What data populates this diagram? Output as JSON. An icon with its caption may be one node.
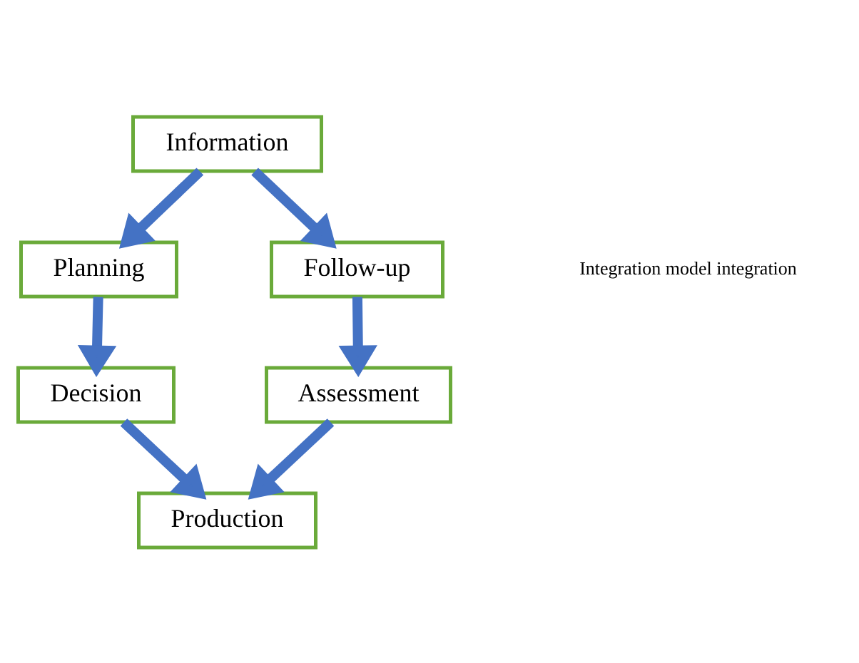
{
  "diagram": {
    "nodes": [
      {
        "text": [
          "Information"
        ]
      },
      {
        "text": [
          "Planning"
        ]
      },
      {
        "text": [
          "Decision"
        ]
      },
      {
        "text": [
          "Production"
        ]
      },
      {
        "text": [
          "Assessment"
        ]
      },
      {
        "text": [
          "Follow-up"
        ]
      }
    ],
    "edges": [
      {
        "from": 0,
        "to": 1,
        "arrow": "to"
      },
      {
        "from": 1,
        "to": 2,
        "arrow": "to"
      },
      {
        "from": 2,
        "to": 3,
        "arrow": "to"
      },
      {
        "from": 4,
        "to": 3,
        "arrow": "to"
      },
      {
        "from": 5,
        "to": 4,
        "arrow": "to"
      },
      {
        "from": 0,
        "to": 5,
        "arrow": "to"
      }
    ],
    "labels": [
      "Integration model integration"
    ]
  }
}
